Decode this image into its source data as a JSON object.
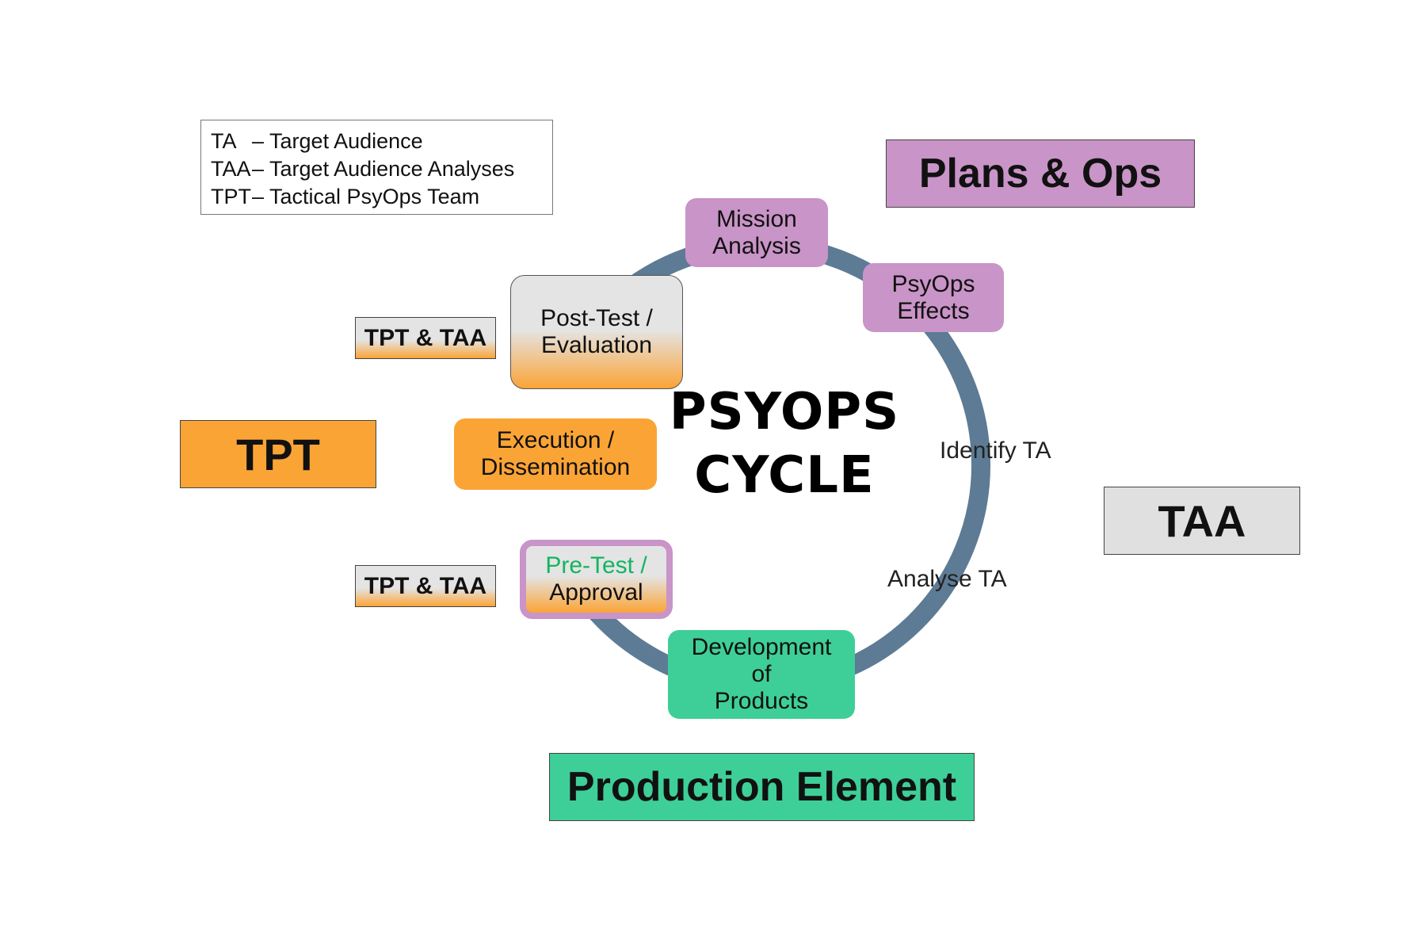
{
  "colors": {
    "ring": "#5d7b94",
    "plans_ops": "#c994c7",
    "tpt": "#fba436",
    "taa": "#e0e0e0",
    "production": "#3ecf98"
  },
  "legend": [
    {
      "abbr": "TA",
      "text": "– Target Audience"
    },
    {
      "abbr": "TAA",
      "text": "– Target Audience Analyses"
    },
    {
      "abbr": "TPT",
      "text": "– Tactical PsyOps Team"
    }
  ],
  "roles": {
    "plans_ops": "Plans & Ops",
    "tpt": "TPT",
    "taa": "TAA",
    "production": "Production Element"
  },
  "tags": [
    "TPT & TAA",
    "TPT & TAA"
  ],
  "title": {
    "line1": "PSYOPS",
    "line2": "CYCLE"
  },
  "steps": {
    "mission": {
      "line1": "Mission",
      "line2": "Analysis"
    },
    "effects": {
      "line1": "PsyOps",
      "line2": "Effects"
    },
    "identify": "Identify TA",
    "analyse": "Analyse TA",
    "development": {
      "line1": "Development",
      "line2": "of",
      "line3": "Products"
    },
    "pretest": {
      "line1": "Pre-Test /",
      "line2": "Approval"
    },
    "execution": {
      "line1": "Execution /",
      "line2": "Dissemination"
    },
    "posttest": {
      "line1": "Post-Test /",
      "line2": "Evaluation"
    }
  }
}
